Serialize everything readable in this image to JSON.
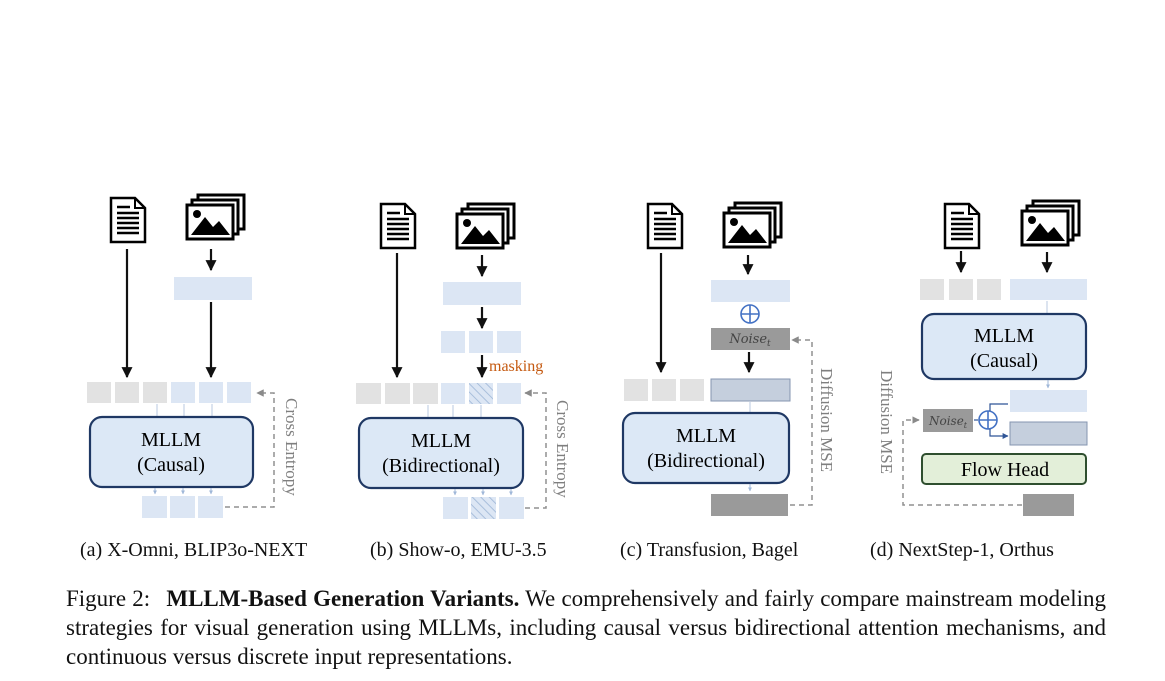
{
  "panels": [
    {
      "id": "a",
      "mllm_title": "MLLM",
      "mllm_sub": "(Causal)",
      "loss": "Cross Entropy",
      "subcaption": "(a) X-Omni, BLIP3o-NEXT"
    },
    {
      "id": "b",
      "mllm_title": "MLLM",
      "mllm_sub": "(Bidirectional)",
      "loss": "Cross Entropy",
      "masking": "masking",
      "subcaption": "(b) Show-o, EMU-3.5"
    },
    {
      "id": "c",
      "mllm_title": "MLLM",
      "mllm_sub": "(Bidirectional)",
      "loss": "Diffusion MSE",
      "noise": "Noise",
      "noise_sub": "t",
      "subcaption": "(c) Transfusion, Bagel"
    },
    {
      "id": "d",
      "mllm_title": "MLLM",
      "mllm_sub": "(Causal)",
      "loss": "Diffusion MSE",
      "noise": "Noise",
      "noise_sub": "t",
      "head": "Flow Head",
      "subcaption": "(d) NextStep-1, Orthus"
    }
  ],
  "caption": {
    "label": "Figure 2:",
    "title": "MLLM-Based Generation Variants.",
    "text": "We comprehensively and fairly compare mainstream modeling strategies for visual generation using MLLMs, including causal versus bidirectional attention mechanisms, and continuous versus discrete input representations."
  },
  "colors": {
    "token_gray": "#e2e2e2",
    "token_blue": "#dce6f4",
    "mllm_fill": "#dce8f6",
    "mllm_stroke": "#1f3864",
    "noise_fill": "#9a9a9a",
    "latent_fill": "#c5cfdd",
    "flow_head_fill": "#e3efd9",
    "flow_head_stroke": "#2f4f2f",
    "masking_text": "#c55a11",
    "loss_stroke": "#909090",
    "plus_blue": "#4472c4"
  },
  "icons": [
    "document-icon",
    "image-stack-icon",
    "plus-circle-icon"
  ]
}
